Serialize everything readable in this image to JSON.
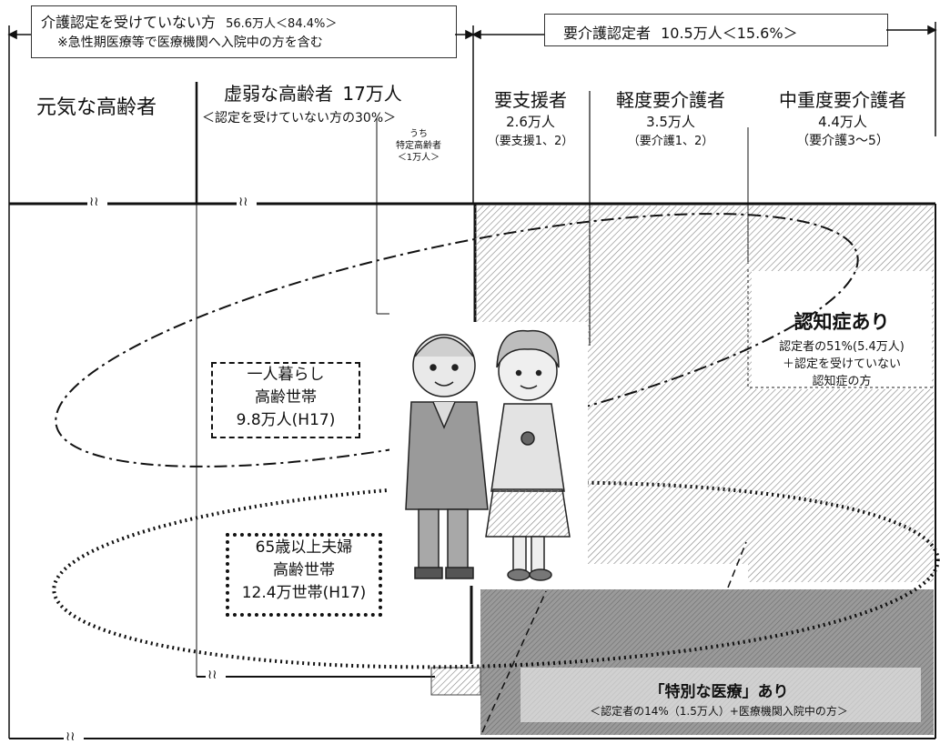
{
  "headers": {
    "unrecognized_line1": "介護認定を受けていない方",
    "unrecognized_stat": "56.6万人＜84.4%＞",
    "unrecognized_line2": "※急性期医療等で医療機関へ入院中の方を含む",
    "recognized_line": "要介護認定者",
    "recognized_stat": "10.5万人＜15.6%＞"
  },
  "columns": {
    "healthy": "元気な高齢者",
    "frail_title": "虚弱な高齢者",
    "frail_count": "17万人",
    "frail_note": "＜認定を受けていない方の30%＞",
    "specified_line1": "うち",
    "specified_line2": "特定高齢者",
    "specified_line3": "＜1万人＞",
    "support_title": "要支援者",
    "support_count": "2.6万人",
    "support_note": "（要支援1、2）",
    "light_title": "軽度要介護者",
    "light_count": "3.5万人",
    "light_note": "（要介護1、2）",
    "heavy_title": "中重度要介護者",
    "heavy_count": "4.4万人",
    "heavy_note": "（要介護3〜5）"
  },
  "regions": {
    "dementia_title": "認知症あり",
    "dementia_line1": "認定者の51%(5.4万人)",
    "dementia_line2": "＋認定を受けていない",
    "dementia_line3": "認知症の方",
    "medical_title": "「特別な医療」あり",
    "medical_line": "＜認定者の14%（1.5万人）+医療機関入院中の方＞"
  },
  "households": {
    "single_line1": "一人暮らし",
    "single_line2": "高齢世帯",
    "single_line3": "9.8万人(H17)",
    "couple_line1": "65歳以上夫婦",
    "couple_line2": "高齢世帯",
    "couple_line3": "12.4万世帯(H17)"
  },
  "icons": {
    "break_mark": "≀≀",
    "illustration": "elderly-couple-illustration"
  },
  "colors": {
    "hatch": "#8a8a8a",
    "medical_fill": "#9a9a9a",
    "line": "#111111"
  }
}
